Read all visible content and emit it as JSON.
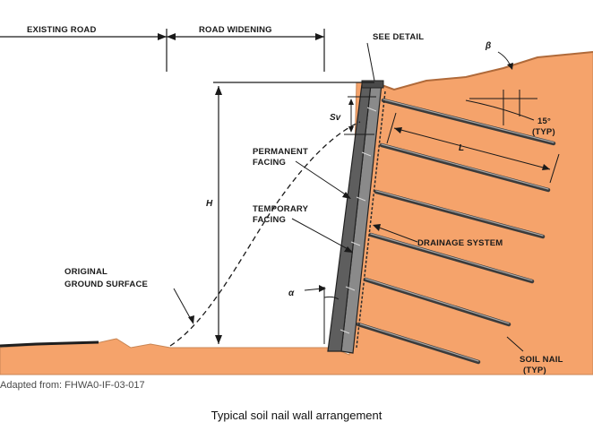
{
  "labels": {
    "existing_road": "EXISTING ROAD",
    "road_widening": "ROAD WIDENING",
    "see_detail": "SEE DETAIL",
    "beta": "β",
    "angle_15": "15°",
    "typ": "(TYP)",
    "length": "L",
    "sv": "Sv",
    "height": "H",
    "alpha": "α",
    "permanent_facing_1": "PERMANENT",
    "permanent_facing_2": "FACING",
    "temporary_facing_1": "TEMPORARY",
    "temporary_facing_2": "FACING",
    "drainage_system": "DRAINAGE SYSTEM",
    "original_ground_1": "ORIGINAL",
    "original_ground_2": "GROUND SURFACE",
    "soil_nail_1": "SOIL NAIL",
    "soil_nail_2": "(TYP)"
  },
  "source": "Adapted from: FHWA0-IF-03-017",
  "caption": "Typical soil nail wall arrangement",
  "colors": {
    "soil": "#f5a36b",
    "nail": "#3b3b3b",
    "facing": "#7a7a7a",
    "line": "#1a1a1a"
  }
}
